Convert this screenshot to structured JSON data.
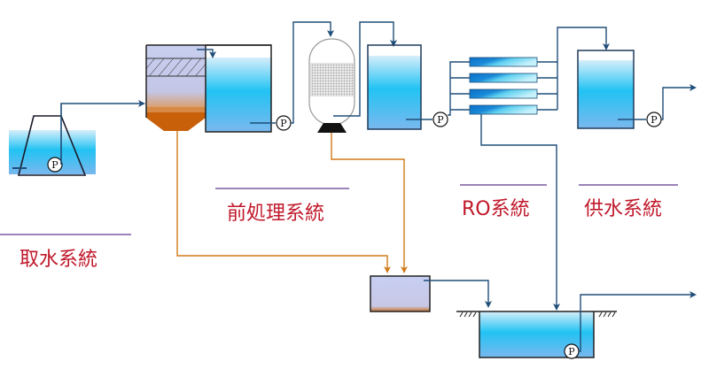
{
  "title": "Water treatment process flow",
  "colors": {
    "pipe": "#1f4e79",
    "sludge_pipe": "#d07a1a",
    "section_label": "#c0182a",
    "divider": "#7a5aa0",
    "water_light": "#bfe4f8",
    "water_mid": "#22c0f0",
    "sludge": "#c8600a"
  },
  "sections": [
    {
      "id": "intake",
      "label": "取水系統"
    },
    {
      "id": "pretreatment",
      "label": "前処理系統"
    },
    {
      "id": "ro",
      "label": "RO系統"
    },
    {
      "id": "supply",
      "label": "供水系統"
    }
  ],
  "pump_label": "P",
  "ro_membrane_count": 4
}
